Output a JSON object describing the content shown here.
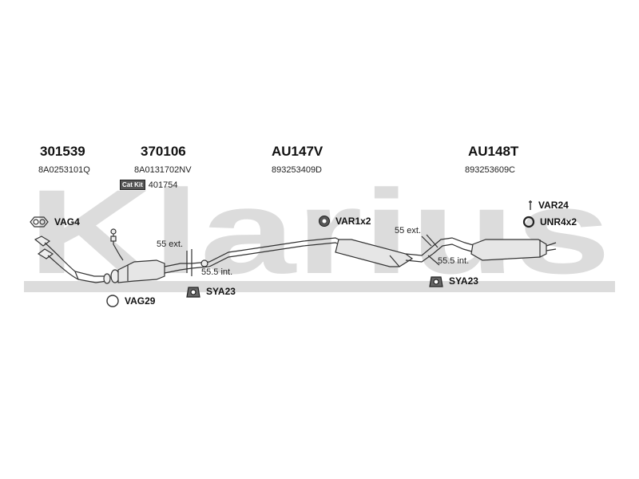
{
  "watermark": {
    "text": "Klarius"
  },
  "groups": [
    {
      "id": "g1",
      "part_number": "301539",
      "oem": "8A0253101Q"
    },
    {
      "id": "g2",
      "part_number": "370106",
      "oem": "8A0131702NV"
    },
    {
      "id": "g3",
      "part_number": "AU147V",
      "oem": "893253409D"
    },
    {
      "id": "g4",
      "part_number": "AU148T",
      "oem": "893253609C"
    }
  ],
  "catkit": {
    "badge": "Cat Kit",
    "number": "401754"
  },
  "fittings": [
    {
      "id": "vag4",
      "label": "VAG4",
      "icon": "gasket-icon"
    },
    {
      "id": "vag29",
      "label": "VAG29",
      "icon": "ring-icon"
    },
    {
      "id": "sya23a",
      "label": "SYA23",
      "icon": "rubber-mount-icon"
    },
    {
      "id": "var1x2",
      "label": "VAR1x2",
      "icon": "rubber-ring-icon"
    },
    {
      "id": "sya23b",
      "label": "SYA23",
      "icon": "rubber-mount-icon"
    },
    {
      "id": "var24",
      "label": "VAR24",
      "icon": "clip-icon"
    },
    {
      "id": "unr4x2",
      "label": "UNR4x2",
      "icon": "ring-icon"
    }
  ],
  "measurements": [
    {
      "id": "m1",
      "text": "55 ext."
    },
    {
      "id": "m2",
      "text": "55.5 int."
    },
    {
      "id": "m3",
      "text": "55 ext."
    },
    {
      "id": "m4",
      "text": "55.5 int."
    }
  ],
  "colors": {
    "watermark": "#d9d9d9",
    "pipe": "#333333",
    "part_fill": "#e6e6e6"
  }
}
